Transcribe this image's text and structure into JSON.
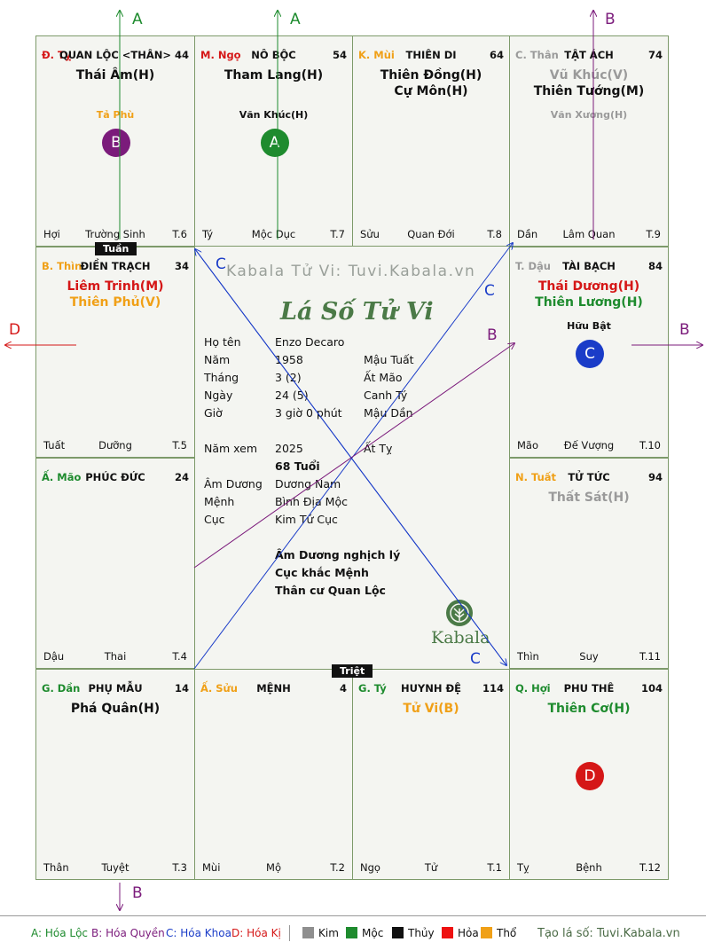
{
  "colors": {
    "blue": "#1a3cc8",
    "red": "#d51717",
    "green": "#1e8b2e",
    "orange": "#f0a017",
    "grey": "#9a9a9a",
    "purple": "#7b1b7b",
    "frame": "#7d9a6a"
  },
  "cells": [
    {
      "key": "ty",
      "can": "Đ. Tỵ",
      "can_color": "#d51717",
      "palace": "QUAN LỘC <THÂN>",
      "age": "44",
      "main": [
        {
          "t": "Thái Âm(H)",
          "c": "#111111"
        }
      ],
      "subs": [
        {
          "t": "Tả Phù",
          "c": "#f0a017"
        }
      ],
      "circle": {
        "t": "B",
        "c": "#7b1b7b"
      },
      "f1": "Hợi",
      "f2": "Trường Sinh",
      "f3": "T.6"
    },
    {
      "key": "ngo",
      "can": "M. Ngọ",
      "can_color": "#d51717",
      "palace": "NÔ BỘC",
      "age": "54",
      "main": [
        {
          "t": "Tham Lang(H)",
          "c": "#111111"
        }
      ],
      "subs": [
        {
          "t": "Văn Khúc(H)",
          "c": "#111111"
        }
      ],
      "circle": {
        "t": "A",
        "c": "#1e8b2e"
      },
      "f1": "Tý",
      "f2": "Mộc Dục",
      "f3": "T.7"
    },
    {
      "key": "mui",
      "can": "K. Mùi",
      "can_color": "#f0a017",
      "palace": "THIÊN DI",
      "age": "64",
      "main": [
        {
          "t": "Thiên Đồng(H)",
          "c": "#111111"
        },
        {
          "t": "Cự Môn(H)",
          "c": "#111111"
        }
      ],
      "subs": [],
      "circle": null,
      "f1": "Sửu",
      "f2": "Quan Đới",
      "f3": "T.8"
    },
    {
      "key": "than",
      "can": "C. Thân",
      "can_color": "#9a9a9a",
      "palace": "TẬT ÁCH",
      "age": "74",
      "main": [
        {
          "t": "Vũ Khúc(V)",
          "c": "#9a9a9a"
        },
        {
          "t": "Thiên Tướng(M)",
          "c": "#111111"
        }
      ],
      "subs": [
        {
          "t": "Văn Xương(H)",
          "c": "#9a9a9a"
        }
      ],
      "circle": null,
      "f1": "Dần",
      "f2": "Lâm Quan",
      "f3": "T.9"
    },
    {
      "key": "thin",
      "can": "B. Thìn",
      "can_color": "#f0a017",
      "palace": "ĐIỀN TRẠCH",
      "age": "34",
      "main": [
        {
          "t": "Liêm Trinh(M)",
          "c": "#d51717"
        },
        {
          "t": "Thiên Phủ(V)",
          "c": "#f0a017"
        }
      ],
      "subs": [],
      "circle": null,
      "f1": "Tuất",
      "f2": "Dưỡng",
      "f3": "T.5"
    },
    {
      "key": "dau",
      "can": "T. Dậu",
      "can_color": "#9a9a9a",
      "palace": "TÀI BẠCH",
      "age": "84",
      "main": [
        {
          "t": "Thái Dương(H)",
          "c": "#d51717"
        },
        {
          "t": "Thiên Lương(H)",
          "c": "#1e8b2e"
        }
      ],
      "subs": [
        {
          "t": "Hữu Bật",
          "c": "#111111"
        }
      ],
      "circle": {
        "t": "C",
        "c": "#1a3cc8"
      },
      "f1": "Mão",
      "f2": "Đế Vượng",
      "f3": "T.10"
    },
    {
      "key": "mao",
      "can": "Ấ. Mão",
      "can_color": "#1e8b2e",
      "palace": "PHÚC ĐỨC",
      "age": "24",
      "main": [],
      "subs": [],
      "circle": null,
      "f1": "Dậu",
      "f2": "Thai",
      "f3": "T.4"
    },
    {
      "key": "tuat",
      "can": "N. Tuất",
      "can_color": "#f0a017",
      "palace": "TỬ TỨC",
      "age": "94",
      "main": [
        {
          "t": "Thất Sát(H)",
          "c": "#9a9a9a"
        }
      ],
      "subs": [],
      "circle": null,
      "f1": "Thìn",
      "f2": "Suy",
      "f3": "T.11"
    },
    {
      "key": "dan",
      "can": "G. Dần",
      "can_color": "#1e8b2e",
      "palace": "PHỤ MẪU",
      "age": "14",
      "main": [
        {
          "t": "Phá Quân(H)",
          "c": "#111111"
        }
      ],
      "subs": [],
      "circle": null,
      "f1": "Thân",
      "f2": "Tuyệt",
      "f3": "T.3"
    },
    {
      "key": "suu",
      "can": "Ấ. Sửu",
      "can_color": "#f0a017",
      "palace": "MỆNH",
      "age": "4",
      "main": [],
      "subs": [],
      "circle": null,
      "f1": "Mùi",
      "f2": "Mộ",
      "f3": "T.2"
    },
    {
      "key": "ty2",
      "can": "G. Tý",
      "can_color": "#1e8b2e",
      "palace": "HUYNH ĐỆ",
      "age": "114",
      "main": [
        {
          "t": "Tử Vi(B)",
          "c": "#f0a017"
        }
      ],
      "subs": [],
      "circle": null,
      "f1": "Ngọ",
      "f2": "Tử",
      "f3": "T.1"
    },
    {
      "key": "hoi",
      "can": "Q. Hợi",
      "can_color": "#1e8b2e",
      "palace": "PHU THÊ",
      "age": "104",
      "main": [
        {
          "t": "Thiên Cơ(H)",
          "c": "#1e8b2e"
        }
      ],
      "subs": [],
      "circle": {
        "t": "D",
        "c": "#d51717"
      },
      "f1": "Tỵ",
      "f2": "Bệnh",
      "f3": "T.12"
    }
  ],
  "badges": {
    "tuan": "Tuần",
    "triet": "Triệt"
  },
  "center": {
    "watermark": "Kabala Tử Vi: Tuvi.Kabala.vn",
    "brand": "Lá Số Tử Vi",
    "rows": [
      {
        "label": "Họ tên",
        "v1": "Enzo Decaro",
        "v2": ""
      },
      {
        "label": "Năm",
        "v1": "1958",
        "v2": "Mậu Tuất"
      },
      {
        "label": "Tháng",
        "v1": "3  (2)",
        "v2": "Ất Mão"
      },
      {
        "label": "Ngày",
        "v1": "24  (5)",
        "v2": "Canh Tý"
      },
      {
        "label": "Giờ",
        "v1": "3 giờ 0 phút",
        "v2": "Mậu Dần"
      }
    ],
    "nam_xem_label": "Năm xem",
    "nam_xem": "2025",
    "nam_xem_can": "Ất Tỵ",
    "tuoi": "68 Tuổi",
    "rows2": [
      {
        "label": "Âm Dương",
        "v1": "Dương Nam"
      },
      {
        "label": "Mệnh",
        "v1": "Bình Địa Mộc"
      },
      {
        "label": "Cục",
        "v1": "Kim Tứ Cục"
      }
    ],
    "notes": [
      "Âm Dương nghịch lý",
      "Cục khắc Mệnh",
      "Thân cư Quan Lộc"
    ],
    "logo": "Kabala"
  },
  "arrow_labels": {
    "a": "A",
    "b": "B",
    "c": "C",
    "d": "D"
  },
  "legend": {
    "a": "A: Hóa Lộc",
    "b": "B: Hóa Quyền",
    "c": "C: Hóa Khoa",
    "d": "D: Hóa Kị",
    "items": [
      {
        "t": "Kim",
        "c": "#8f8f8f"
      },
      {
        "t": "Mộc",
        "c": "#1e8b2e"
      },
      {
        "t": "Thủy",
        "c": "#111111"
      },
      {
        "t": "Hỏa",
        "c": "#ee1111"
      },
      {
        "t": "Thổ",
        "c": "#f0a017"
      }
    ],
    "source": "Tạo lá số: Tuvi.Kabala.vn"
  }
}
